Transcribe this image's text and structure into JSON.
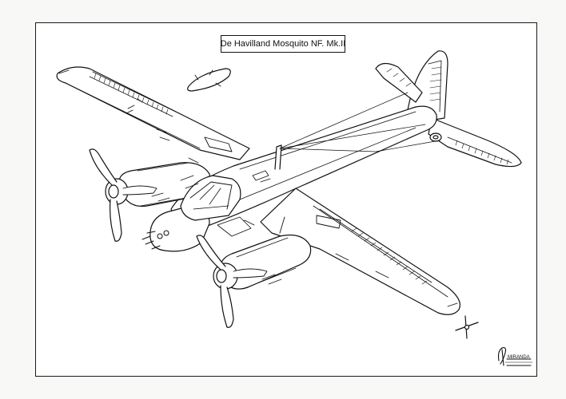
{
  "title": "De Havilland Mosquito NF. Mk.II",
  "signature": {
    "text": "MIRANDA",
    "kind": "logo"
  },
  "colors": {
    "line": "#111111",
    "background": "#ffffff"
  }
}
